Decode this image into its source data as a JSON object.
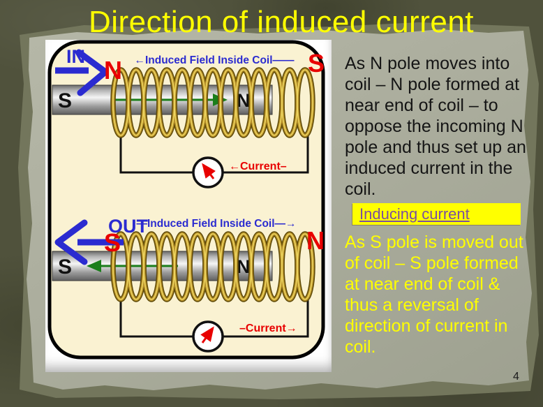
{
  "slide": {
    "title": "Direction of induced current",
    "page_number": "4"
  },
  "colors": {
    "outer_background": "#50523C",
    "paper": "#ACAE9E",
    "title_text": "#FFFF00",
    "body_text_dark": "#151515",
    "body_text_yellow": "#FFFF00",
    "highlight_box": "#FFFF00",
    "link_text": "#7B4FA0",
    "diagram_background": "#FAF2D2",
    "label_blue": "#2B2BD0",
    "pole_red": "#E80000",
    "arrow_green": "#1B7E1B",
    "coil_gold": "#B8912A"
  },
  "diagram": {
    "top_panel": {
      "motion_label": "IN",
      "field_label": "←Induced Field Inside Coil——",
      "coil_near_pole": "N",
      "coil_far_pole": "S",
      "magnet_left_pole": "S",
      "magnet_right_pole": "N",
      "current_label": "←Current–"
    },
    "bottom_panel": {
      "motion_label": "OUT",
      "field_label": "—Induced Field Inside Coil—→",
      "coil_near_pole": "S",
      "coil_far_pole": "N",
      "magnet_left_pole": "S",
      "magnet_right_pole": "N",
      "current_label": "–Current→"
    }
  },
  "content": {
    "paragraph_top": "As N pole moves into coil – N pole formed at near end of coil – to oppose the incoming N pole and thus set up an induced current in the coil.",
    "hyperlink_label": "Inducing current",
    "paragraph_bottom": "As S pole is moved out of coil – S pole formed at near end of coil & thus a reversal of direction of current in coil."
  }
}
